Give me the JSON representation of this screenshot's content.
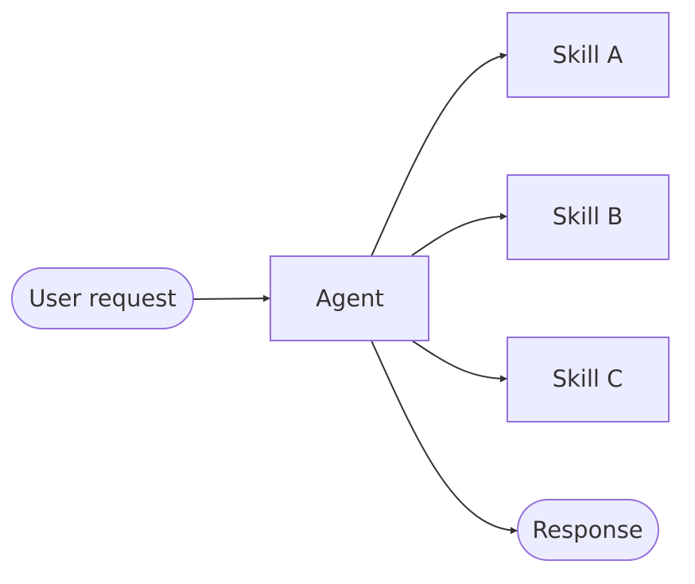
{
  "diagram": {
    "type": "flowchart",
    "direction": "left-to-right",
    "colors": {
      "node_fill": "#ECECFF",
      "node_stroke": "#9370DB",
      "edge": "#333333",
      "text": "#333333",
      "background": "#FFFFFF"
    },
    "nodes": {
      "user_request": {
        "label": "User request",
        "shape": "stadium"
      },
      "agent": {
        "label": "Agent",
        "shape": "rectangle"
      },
      "skill_a": {
        "label": "Skill A",
        "shape": "rectangle"
      },
      "skill_b": {
        "label": "Skill B",
        "shape": "rectangle"
      },
      "skill_c": {
        "label": "Skill C",
        "shape": "rectangle"
      },
      "response": {
        "label": "Response",
        "shape": "stadium"
      }
    },
    "edges": [
      {
        "from": "user_request",
        "to": "agent"
      },
      {
        "from": "agent",
        "to": "skill_a"
      },
      {
        "from": "agent",
        "to": "skill_b"
      },
      {
        "from": "agent",
        "to": "skill_c"
      },
      {
        "from": "agent",
        "to": "response"
      }
    ]
  }
}
